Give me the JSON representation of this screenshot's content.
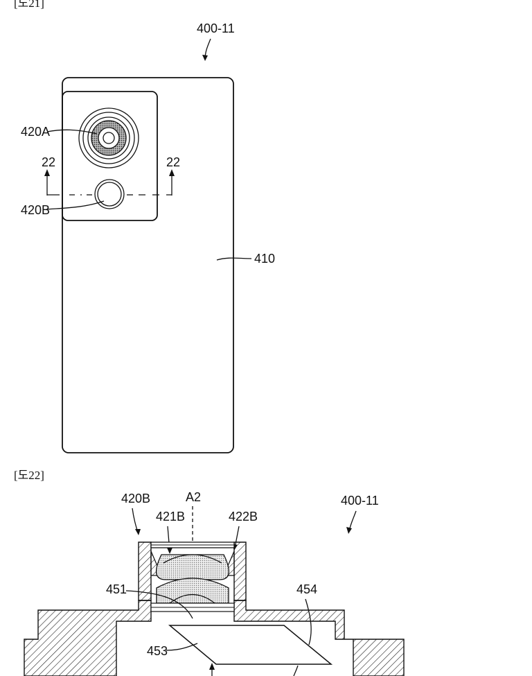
{
  "figure_21": {
    "figure_label": "[도21]",
    "device_ref": "400-11",
    "camera_a_ref": "420A",
    "camera_b_ref": "420B",
    "section_left": "22",
    "section_right": "22",
    "body_ref": "410"
  },
  "figure_22": {
    "figure_label": "[도22]",
    "camera_ref": "420B",
    "axis_ref": "A2",
    "lens_ref": "421B",
    "barrel_ref": "422B",
    "device_ref": "400-11",
    "ref_451": "451",
    "ref_454": "454",
    "ref_453": "453"
  }
}
